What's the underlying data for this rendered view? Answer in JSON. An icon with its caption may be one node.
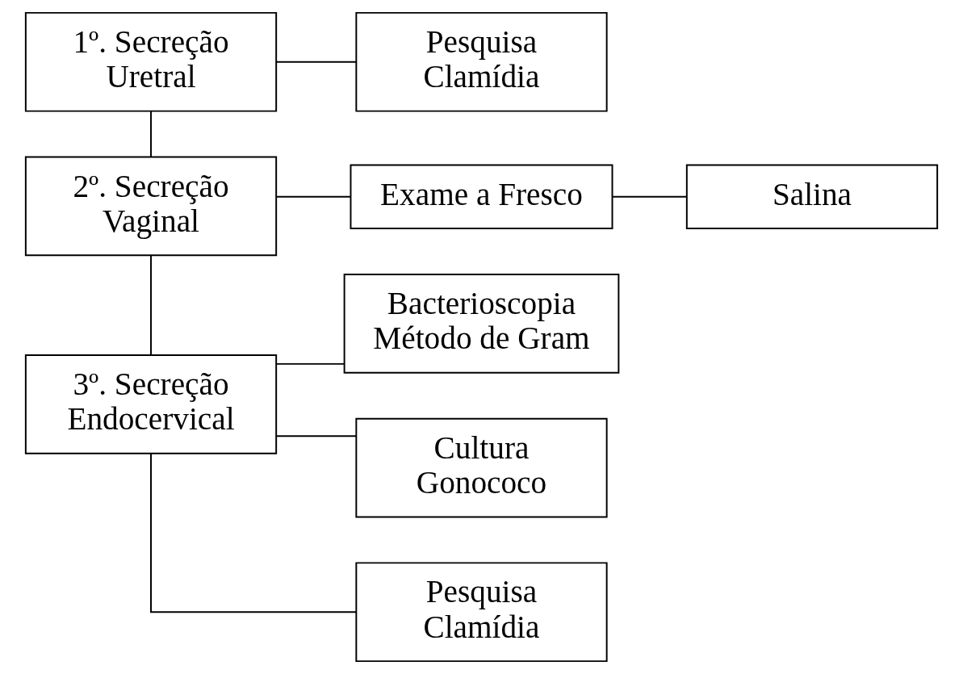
{
  "diagram": {
    "nodes": [
      {
        "text": [
          "1º. Secreção Uretral"
        ]
      },
      {
        "text": [
          "Pesquisa Clamídia"
        ]
      },
      {
        "text": [
          "2º. Secreção Vaginal"
        ]
      },
      {
        "text": [
          "Exame a Fresco"
        ]
      },
      {
        "text": [
          "Salina"
        ]
      },
      {
        "text": [
          "3º. Secreção Endocervical"
        ]
      },
      {
        "text": [
          "Bacterioscopia Método de Gram"
        ]
      },
      {
        "text": [
          "Cultura Gonococo"
        ]
      },
      {
        "text": [
          "Pesquisa Clamídia"
        ]
      }
    ],
    "edges": [
      {
        "from": 0,
        "to": 1,
        "arrow": "none"
      },
      {
        "from": 0,
        "to": 2,
        "arrow": "none"
      },
      {
        "from": 2,
        "to": 3,
        "arrow": "none"
      },
      {
        "from": 3,
        "to": 4,
        "arrow": "none"
      },
      {
        "from": 2,
        "to": 5,
        "arrow": "none"
      },
      {
        "from": 5,
        "to": 6,
        "arrow": "none"
      },
      {
        "from": 5,
        "to": 7,
        "arrow": "none"
      },
      {
        "from": 5,
        "to": 8,
        "arrow": "none"
      }
    ]
  }
}
